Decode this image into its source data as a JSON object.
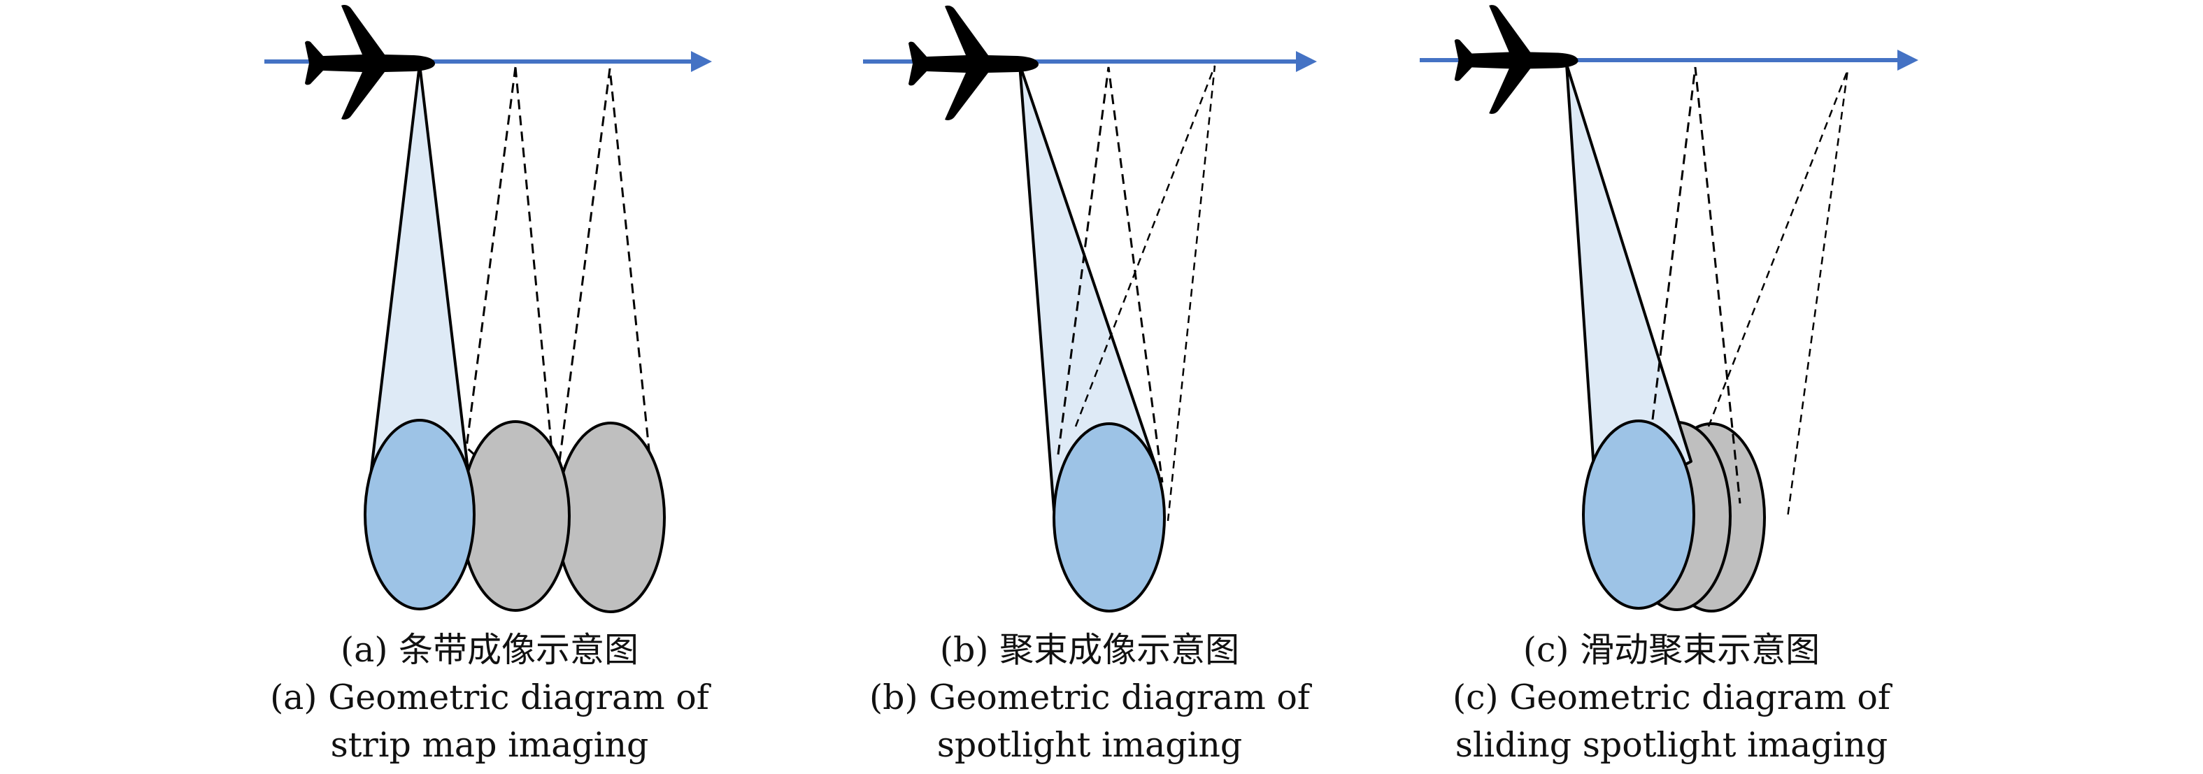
{
  "colors": {
    "flight_path": "#4472C4",
    "beam_fill": "#DEEAF6",
    "footprint_active": "#9DC3E6",
    "footprint_past": "#BFBFBF",
    "outline": "#000000"
  },
  "icons": {
    "aircraft": "airplane-icon",
    "direction": "arrow-right-icon"
  },
  "panels": [
    {
      "id": "a",
      "mode": "strip-map",
      "caption_cn": "(a) 条带成像示意图",
      "caption_en_line1": "(a) Geometric diagram of",
      "caption_en_line2": "strip map imaging",
      "past_footprints": 2
    },
    {
      "id": "b",
      "mode": "spotlight",
      "caption_cn": "(b) 聚束成像示意图",
      "caption_en_line1": "(b) Geometric diagram of",
      "caption_en_line2": "spotlight imaging",
      "past_footprints": 0
    },
    {
      "id": "c",
      "mode": "sliding-spotlight",
      "caption_cn": "(c) 滑动聚束示意图",
      "caption_en_line1": "(c) Geometric diagram of",
      "caption_en_line2": "sliding spotlight imaging",
      "past_footprints": 2
    }
  ]
}
